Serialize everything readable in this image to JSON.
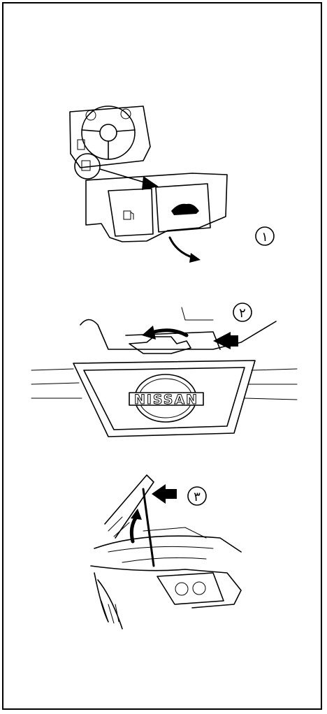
{
  "figure": {
    "steps": [
      {
        "label": "١",
        "icon": "hood-release-lever-under-dashboard"
      },
      {
        "label": "٢",
        "icon": "hood-safety-latch-behind-grille"
      },
      {
        "label": "٣",
        "icon": "hood-support-rod"
      }
    ],
    "logo_text": "NISSAN"
  }
}
